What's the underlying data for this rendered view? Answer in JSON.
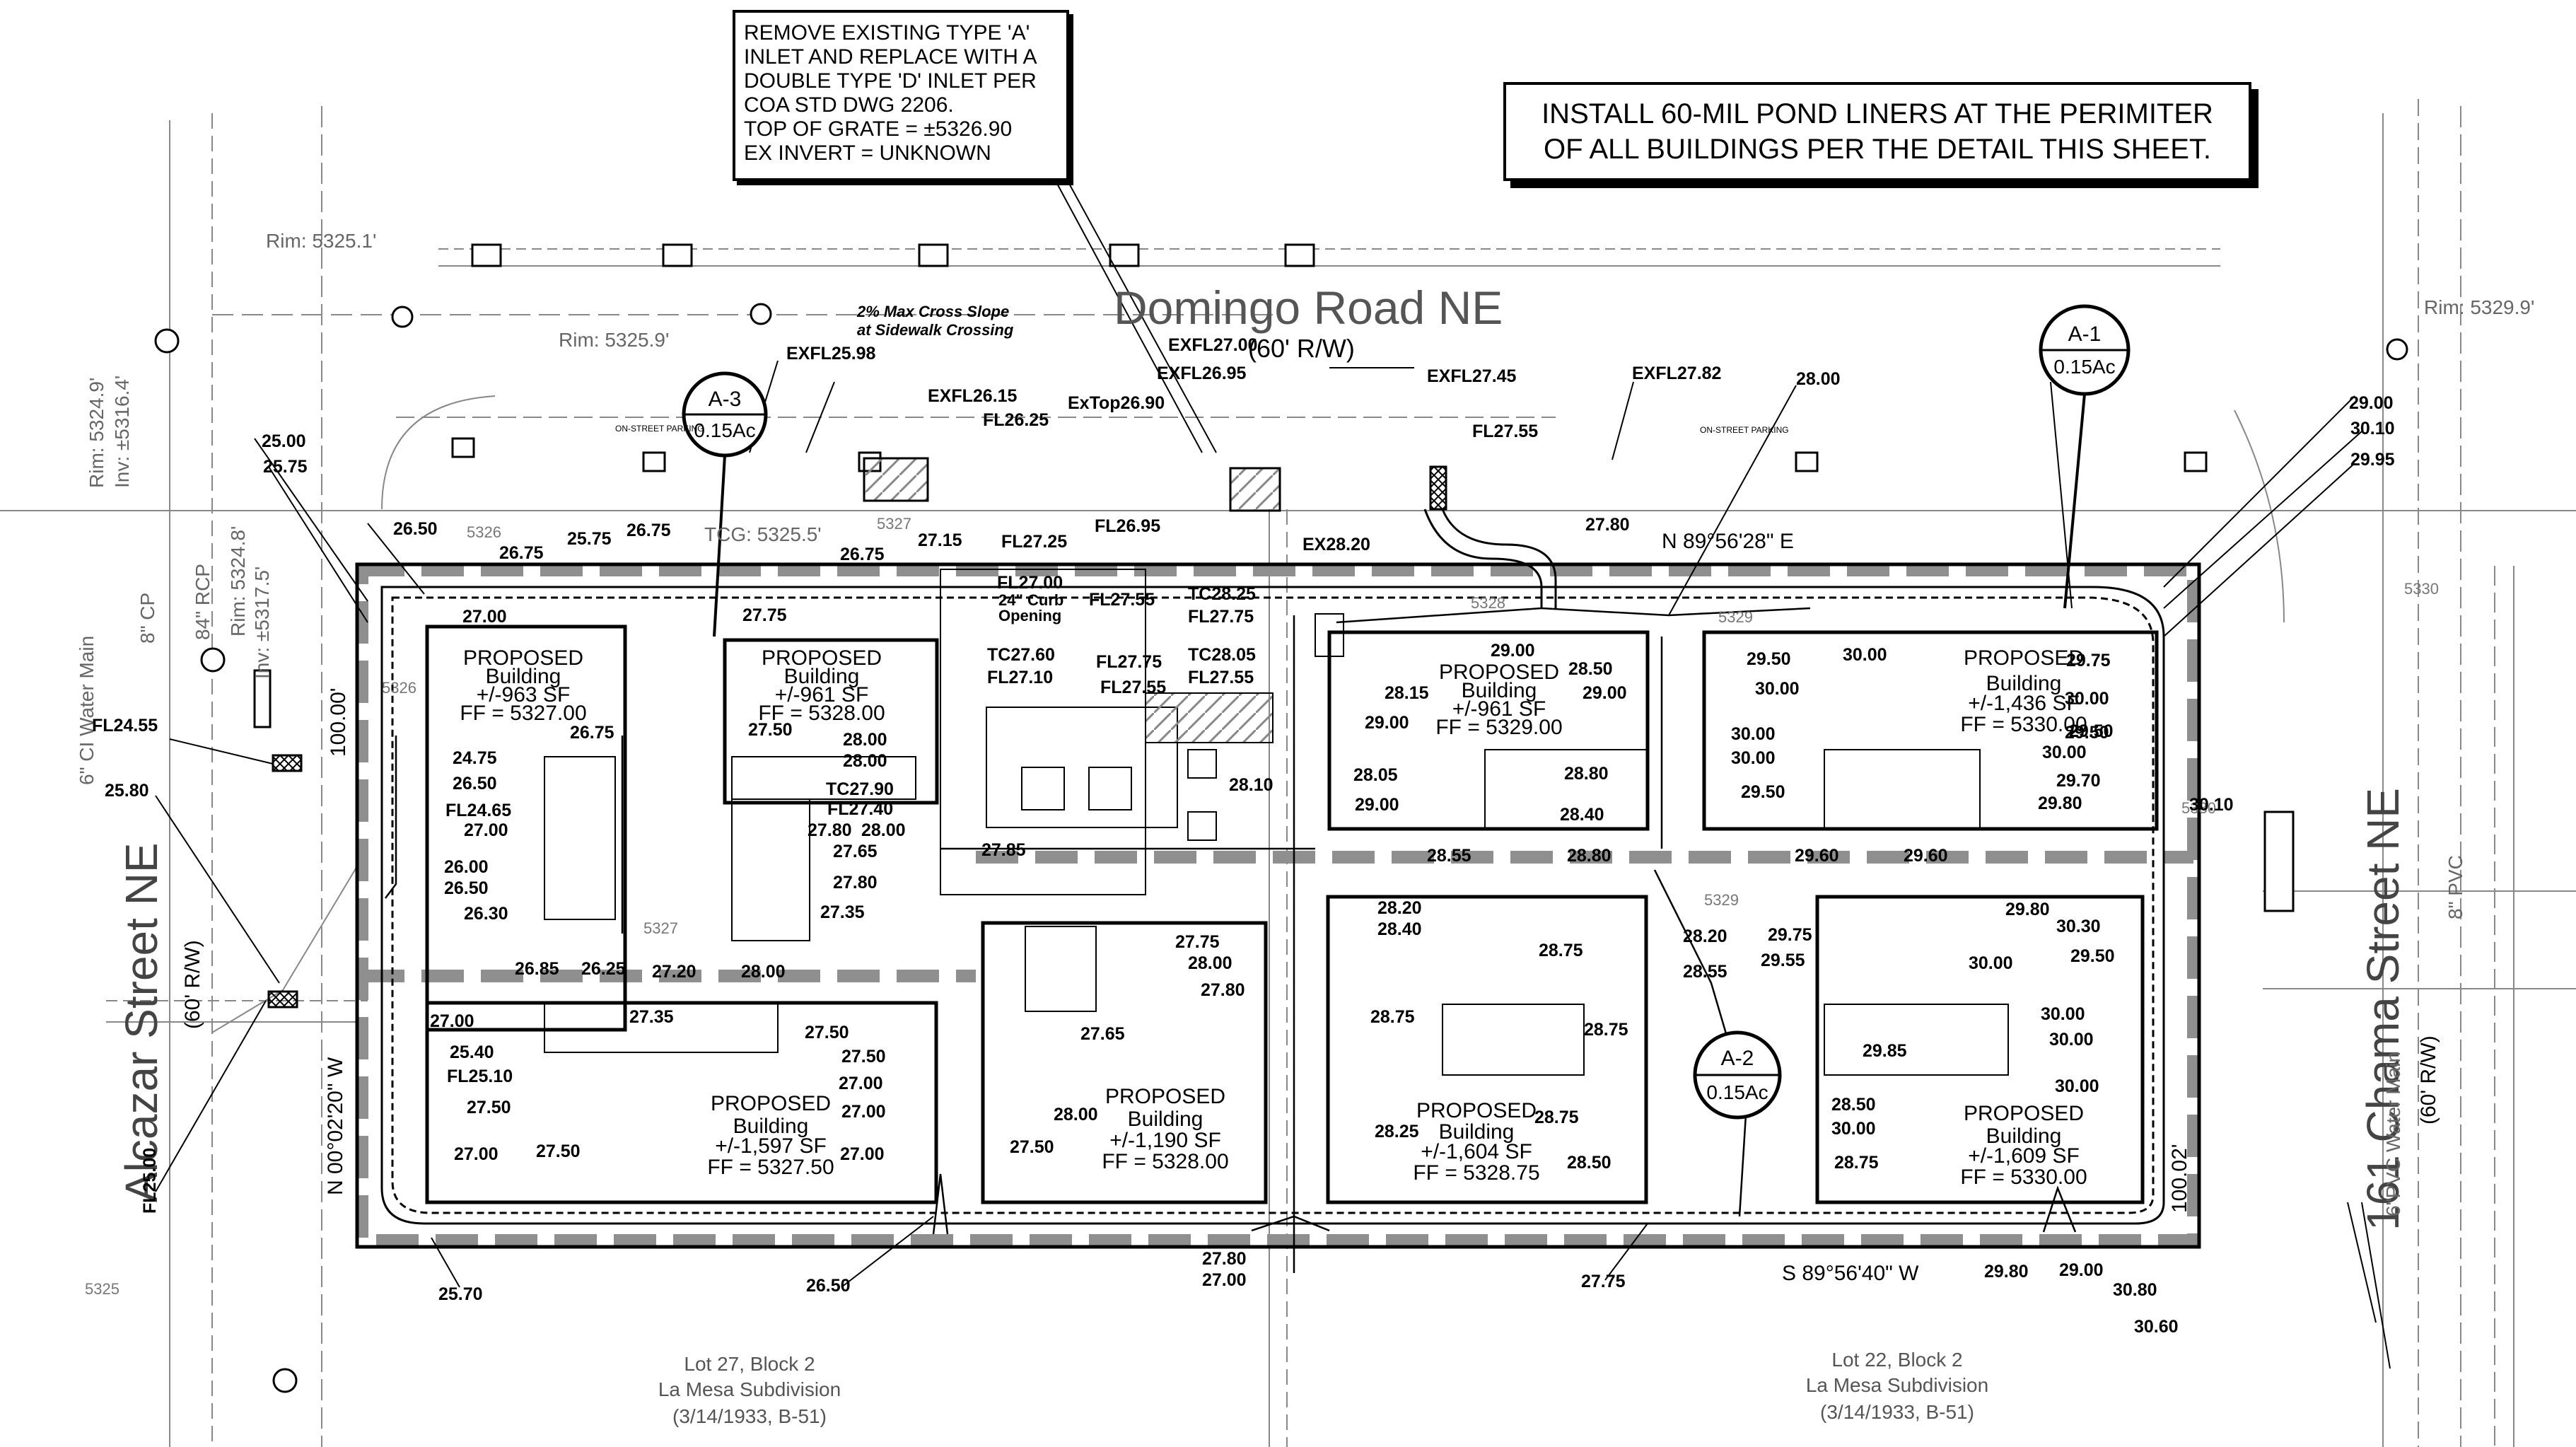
{
  "notes": {
    "inlet": [
      "REMOVE EXISTING TYPE 'A'",
      "INLET AND REPLACE WITH A",
      "DOUBLE TYPE 'D' INLET PER",
      "COA STD DWG 2206.",
      "TOP OF GRATE = ±5326.90",
      "EX INVERT = UNKNOWN"
    ],
    "liner": [
      "INSTALL 60-MIL POND LINERS AT THE PERIMITER",
      "OF ALL BUILDINGS PER THE DETAIL THIS SHEET."
    ]
  },
  "streets": {
    "north": {
      "name": "Domingo Road NE",
      "row": "(60' R/W)"
    },
    "west": {
      "name": "Alcazar Street NE",
      "row": "(60' R/W)"
    },
    "east": {
      "name": "161 Chama Street NE",
      "row": "(60' R/W)"
    }
  },
  "utilities": {
    "rim_a": "Rim: 5325.1'",
    "rim_b": "Rim: 5325.9'",
    "rim_c": "Rim: 5329.9'",
    "rim_w1": "Rim: 5324.9'",
    "inv_w1": "Inv: ±5316.4'",
    "rim_w2": "Rim: 5324.8'",
    "inv_w2": "Inv: ±5317.5'",
    "water_main_w": "6\" CI Water Main",
    "cp_w": "8\" CP",
    "rcp_w": "84\" RCP",
    "water_main_e": "6\"PVC Water Main",
    "pvc_e": "8\" PVC",
    "tcg": "TCG: 5325.5'"
  },
  "basins": [
    {
      "id": "A-3",
      "area": "0.15Ac"
    },
    {
      "id": "A-1",
      "area": "0.15Ac"
    },
    {
      "id": "A-2",
      "area": "0.15Ac"
    }
  ],
  "buildings": [
    {
      "l1": "PROPOSED",
      "l2": "Building",
      "sf": "+/-963 SF",
      "ff": "FF = 5327.00"
    },
    {
      "l1": "PROPOSED",
      "l2": "Building",
      "sf": "+/-961 SF",
      "ff": "FF = 5328.00"
    },
    {
      "l1": "PROPOSED",
      "l2": "Building",
      "sf": "+/-961 SF",
      "ff": "FF = 5329.00"
    },
    {
      "l1": "PROPOSED",
      "l2": "Building",
      "sf": "+/-1,436 SF",
      "ff": "FF = 5330.00"
    },
    {
      "l1": "PROPOSED",
      "l2": "Building",
      "sf": "+/-1,597 SF",
      "ff": "FF = 5327.50"
    },
    {
      "l1": "PROPOSED",
      "l2": "Building",
      "sf": "+/-1,190 SF",
      "ff": "FF = 5328.00"
    },
    {
      "l1": "PROPOSED",
      "l2": "Building",
      "sf": "+/-1,604 SF",
      "ff": "FF = 5328.75"
    },
    {
      "l1": "PROPOSED",
      "l2": "Building",
      "sf": "+/-1,609 SF",
      "ff": "FF = 5330.00"
    }
  ],
  "bearings": {
    "north": "N 89°56'28\" E",
    "south": "S 89°56'40\" W",
    "west": "N 00°02'20\" W",
    "west_dist": "100.00'",
    "east_dist": "100.02'"
  },
  "lots": {
    "lot27": [
      "Lot 27, Block 2",
      "La Mesa Subdivision",
      "(3/14/1933, B-51)"
    ],
    "lot22": [
      "Lot 22, Block 2",
      "La Mesa Subdivision",
      "(3/14/1933, B-51)"
    ]
  },
  "callouts": {
    "cross_slope": [
      "2% Max Cross Slope",
      "at Sidewalk Crossing"
    ],
    "curb_opening": [
      "24\" Curb",
      "Opening"
    ],
    "on_street_parking": "ON-STREET PARKING",
    "contours": [
      "5326",
      "5327",
      "5328",
      "5329",
      "5330",
      "5325",
      "5326",
      "5327",
      "5329",
      "5330"
    ]
  },
  "elevations": {
    "exfl2598": "EXFL25.98",
    "exfl2615": "EXFL26.15",
    "fl2625": "FL26.25",
    "extop2690": "ExTop26.90",
    "exfl2700": "EXFL27.00",
    "exfl2695": "EXFL26.95",
    "exfl2745": "EXFL27.45",
    "exfl2782": "EXFL27.82",
    "fl2755a": "FL27.55",
    "e2800top": "28.00",
    "e2500": "25.00",
    "e2575a": "25.75",
    "e2650a": "26.50",
    "e2675a": "26.75",
    "e2575b": "25.75",
    "e2675b": "26.75",
    "e2675c": "26.75",
    "e2715": "27.15",
    "fl2725": "FL27.25",
    "fl2695": "FL26.95",
    "ex2820": "EX28.20",
    "e2780a": "27.80",
    "fl2700": "FL27.00",
    "fl2755b": "FL27.55",
    "tc2825": "TC28.25",
    "fl2775a": "FL27.75",
    "tc2760": "TC27.60",
    "fl2710": "FL27.10",
    "tc2805": "TC28.05",
    "fl2775b": "FL27.75",
    "fl2755c": "FL27.55",
    "fl2755d": "FL27.55",
    "e2700a": "27.00",
    "e2775a": "27.75",
    "e2675d": "26.75",
    "e2750a": "27.50",
    "e2800a": "28.00",
    "e2800b": "28.00",
    "fl2455": "FL24.55",
    "e2475": "24.75",
    "e2650b": "26.50",
    "fl2465": "FL24.65",
    "e2700b": "27.00",
    "tc2790": "TC27.90",
    "fl2740": "FL27.40",
    "e2780b": "27.80",
    "e2800c": "28.00",
    "e2765": "27.65",
    "e2780c": "27.80",
    "e2600": "26.00",
    "e2650c": "26.50",
    "e2630": "26.30",
    "e2735a": "27.35",
    "e2580": "25.80",
    "e2685": "26.85",
    "e2625": "26.25",
    "e2720": "27.20",
    "e2800d": "28.00",
    "e2785": "27.85",
    "e2810": "28.10",
    "e2815": "28.15",
    "e2900a": "29.00",
    "e2850a": "28.50",
    "e2900b": "29.00",
    "e2900c": "29.00",
    "e2880": "28.80",
    "e2805": "28.05",
    "e2840a": "28.40",
    "e2900d": "29.00",
    "e2855": "28.55",
    "e2880b": "28.80",
    "e2820a": "28.20",
    "e2840b": "28.40",
    "e2875a": "28.75",
    "e2820b": "28.20",
    "e2855b": "28.55",
    "e2875b": "28.75",
    "e2875c": "28.75",
    "e2825": "28.25",
    "e2875d": "28.75",
    "e2850b": "28.50",
    "e2775b": "27.75",
    "e2800e": "28.00",
    "e2780d": "27.80",
    "e2765b": "27.65",
    "e2800f": "28.00",
    "e2750b": "27.50",
    "e2700c": "27.00",
    "e2735b": "27.35",
    "e2540": "25.40",
    "fl2510": "FL25.10",
    "e2750c": "27.50",
    "e2750d": "27.50",
    "e2750e": "27.50",
    "e2700d": "27.00",
    "e2700e": "27.00",
    "e2750f": "27.50",
    "e2700f": "27.00",
    "fl2500": "FL25.00",
    "e2570": "25.70",
    "e2650d": "26.50",
    "e2780e": "27.80",
    "e2700g": "27.00",
    "e2775c": "27.75",
    "e2950a": "29.50",
    "e3000a": "30.00",
    "e3000b": "30.00",
    "e3000c": "30.00",
    "e3000d": "30.00",
    "e2950b": "29.50",
    "e2975a": "29.75",
    "e3000e": "30.00",
    "e2950c": "29.50",
    "e3000f": "30.00",
    "e2970": "29.70",
    "e2980a": "29.80",
    "e2960a": "29.60",
    "e2960b": "29.60",
    "e3010a": "30.10",
    "e2980b": "29.80",
    "e3030": "30.30",
    "e2950d": "29.50",
    "e2975b": "29.75",
    "e2955": "29.55",
    "e3000g": "30.00",
    "e3000h": "30.00",
    "e3000i": "30.00",
    "e2985": "29.85",
    "e2850c": "28.50",
    "e3000j": "30.00",
    "e2875e": "28.75",
    "e3000k": "30.00",
    "e2980c": "29.80",
    "e2900e": "29.00",
    "e3080": "30.80",
    "e3060": "30.60",
    "e2900f": "29.00",
    "e3010b": "30.10",
    "e2995": "29.95",
    "e2950e": "29.50"
  },
  "colors": {
    "ink": "#000000",
    "hatch": "#9a9a9a",
    "faint": "#b0b0b0",
    "paper": "#ffffff"
  }
}
